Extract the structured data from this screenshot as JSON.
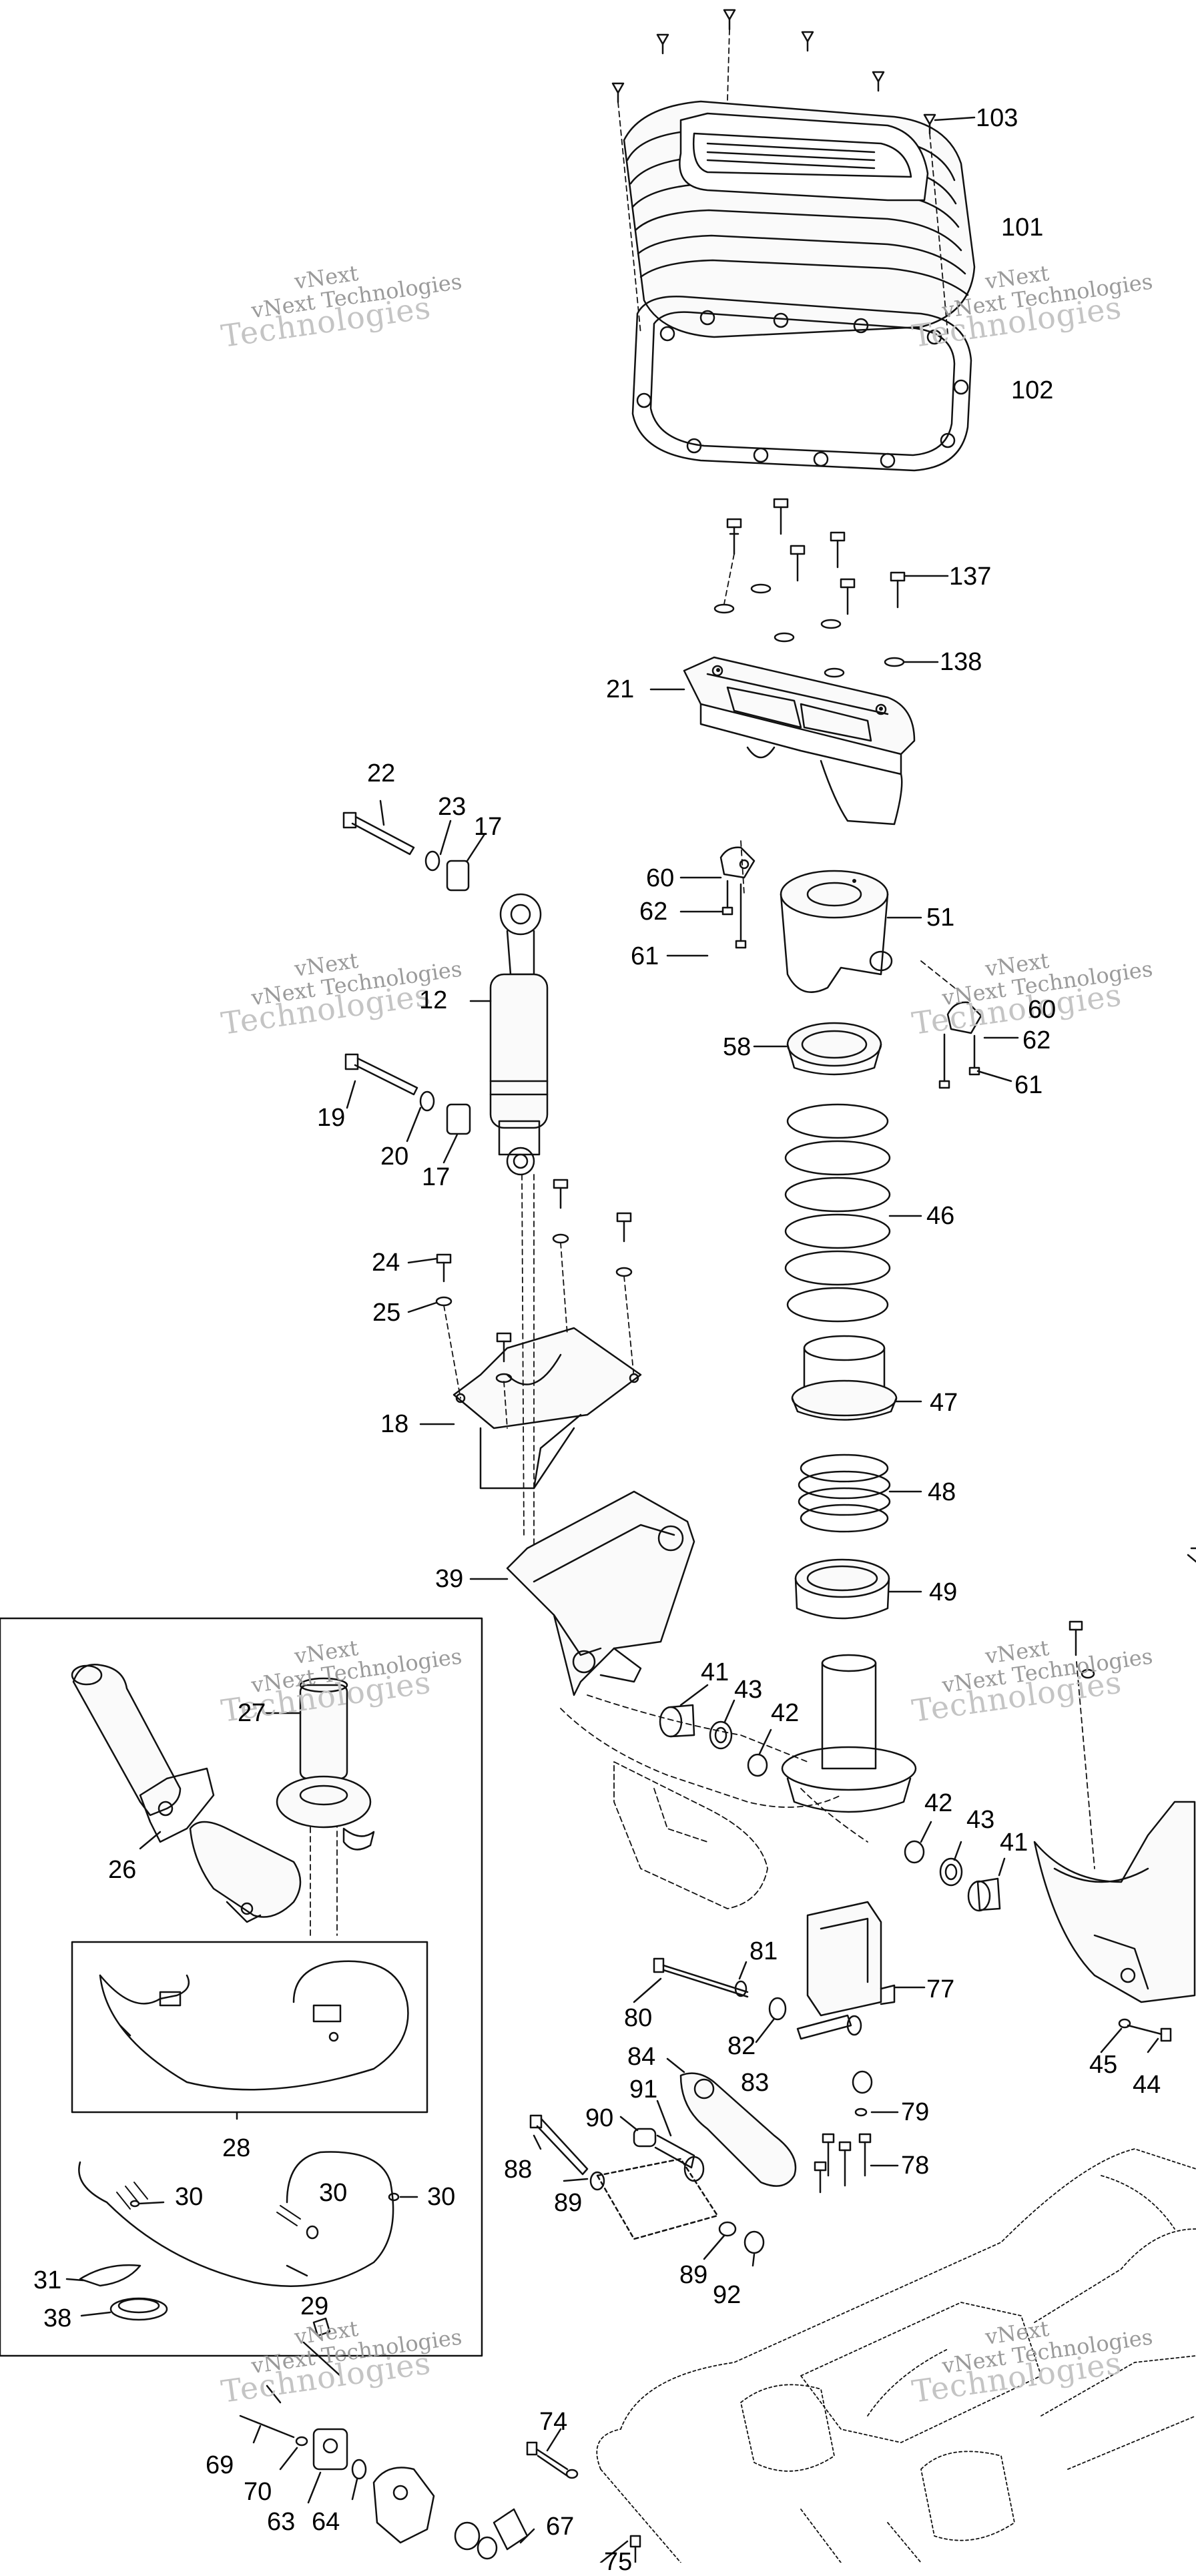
{
  "watermark": {
    "line1": "vNext",
    "line2": "vNext Technologies",
    "line3": "Technologies"
  },
  "callouts": {
    "c103": "103",
    "c101": "101",
    "c102": "102",
    "c137": "137",
    "c138": "138",
    "c21": "21",
    "c22": "22",
    "c23": "23",
    "c17a": "17",
    "c12": "12",
    "c19": "19",
    "c20": "20",
    "c17b": "17",
    "c60a": "60",
    "c62a": "62",
    "c61a": "61",
    "c51": "51",
    "c60b": "60",
    "c62b": "62",
    "c61b": "61",
    "c58": "58",
    "c46": "46",
    "c47": "47",
    "c48": "48",
    "c49": "49",
    "c24": "24",
    "c25": "25",
    "c18": "18",
    "c39": "39",
    "c27": "27",
    "c26": "26",
    "c28": "28",
    "c30a": "30",
    "c30b": "30",
    "c30c": "30",
    "c31": "31",
    "c38": "38",
    "c29": "29",
    "c41a": "41",
    "c43a": "43",
    "c42a": "42",
    "c42b": "42",
    "c43b": "43",
    "c41b": "41",
    "c81": "81",
    "c80": "80",
    "c77": "77",
    "c82": "82",
    "c83": "83",
    "c84": "84",
    "c91": "91",
    "c90": "90",
    "c88": "88",
    "c89a": "89",
    "c79": "79",
    "c78": "78",
    "c89b": "89",
    "c92": "92",
    "c45": "45",
    "c44": "44",
    "c69": "69",
    "c70": "70",
    "c63": "63",
    "c64": "64",
    "c74": "74",
    "c67": "67",
    "c75": "75"
  }
}
